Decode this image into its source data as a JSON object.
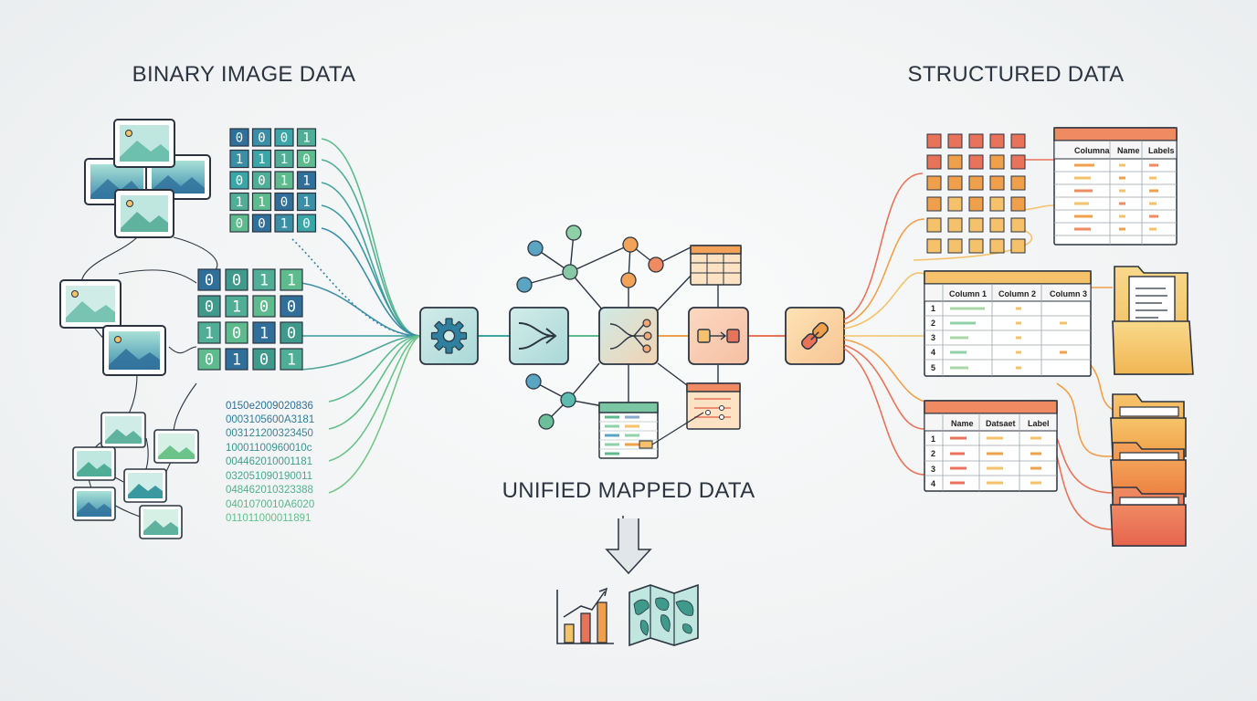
{
  "titles": {
    "binary": "BINARY IMAGE DATA",
    "structured": "STRUCTURED DATA",
    "unified": "UNIFIED MAPPED DATA"
  },
  "binary_grid_top": [
    [
      "0",
      "0",
      "0",
      "1"
    ],
    [
      "1",
      "1",
      "1",
      "0"
    ],
    [
      "0",
      "0",
      "1",
      "1"
    ],
    [
      "1",
      "1",
      "0",
      "1"
    ],
    [
      "0",
      "0",
      "1",
      "0"
    ]
  ],
  "binary_grid_mid": [
    [
      "0",
      "0",
      "1",
      "1"
    ],
    [
      "0",
      "1",
      "0",
      "0"
    ],
    [
      "1",
      "0",
      "1",
      "0"
    ],
    [
      "0",
      "1",
      "0",
      "1"
    ]
  ],
  "hex_lines": [
    "0150e2009020836",
    "0003105600A3181",
    "003121200323450",
    "10001100960010c",
    "004462010001181",
    "032051090190011",
    "048462010323388",
    "0401070010A6020",
    "011011000011891"
  ],
  "table1": {
    "headers": [
      "Columna",
      "Name",
      "Labels"
    ]
  },
  "table2": {
    "headers": [
      "Column 1",
      "Column 2",
      "Column 3"
    ],
    "rows": [
      "1",
      "2",
      "3",
      "4",
      "5"
    ]
  },
  "table3": {
    "headers": [
      "Name",
      "Datsaet",
      "Label"
    ],
    "rows": [
      "1",
      "2",
      "3",
      "4"
    ]
  },
  "icons": {
    "process": [
      "gear-icon",
      "merge-arrows-icon",
      "branching-tree-icon",
      "mapping-arrow-icon",
      "link-chain-icon"
    ],
    "outputs": [
      "bar-chart-icon",
      "world-map-icon"
    ]
  },
  "colors": {
    "teal": "#3aa6a8",
    "blue": "#2f6f9a",
    "green": "#5dbb8e",
    "orange": "#f0a04b",
    "coral": "#e8735a",
    "yellow": "#f5c26b"
  }
}
